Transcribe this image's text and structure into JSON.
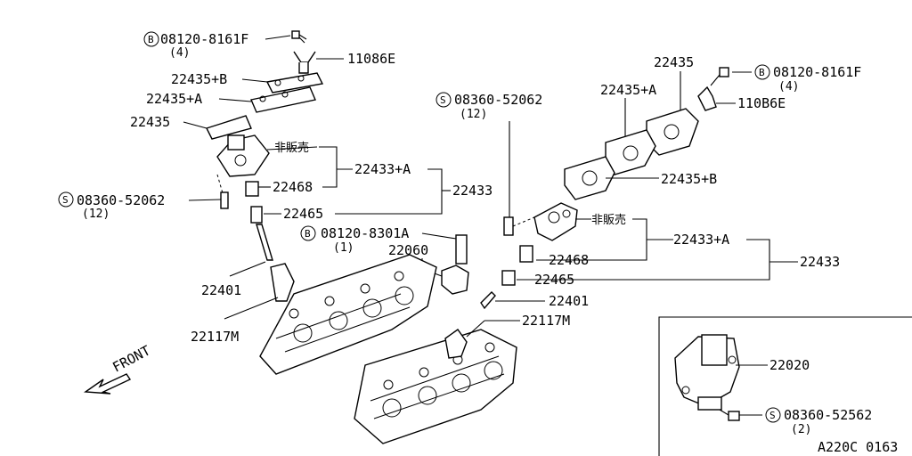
{
  "labels": {
    "bolt_upper_left": {
      "badge": "B",
      "code": "08120-8161F",
      "qty": "(4)"
    },
    "harness_left": "11086E",
    "gasket_b_left": "22435+B",
    "gasket_a_left": "22435+A",
    "gasket_left": "22435",
    "not_sold_left": "非販売",
    "assy_a_left": "22433+A",
    "ref_left": "22468",
    "assy_left": "22433",
    "screw_left": {
      "badge": "S",
      "code": "08360-52062",
      "qty": "(12)"
    },
    "sensor_left": "22465",
    "bolt_mid": {
      "badge": "B",
      "code": "08120-8301A",
      "qty": "(1)"
    },
    "knock_sensor": "22060",
    "plug_left": "22401",
    "cord_left": "22117M",
    "screw_center": {
      "badge": "S",
      "code": "08360-52062",
      "qty": "(12)"
    },
    "gasket_right": "22435",
    "bolt_upper_right": {
      "badge": "B",
      "code": "08120-8161F",
      "qty": "(4)"
    },
    "gasket_a_right": "22435+A",
    "harness_right": "110B6E",
    "gasket_b_right": "22435+B",
    "not_sold_right": "非販売",
    "assy_a_right": "22433+A",
    "assy_right": "22433",
    "ref_right": "22468",
    "sensor_right": "22465",
    "plug_right": "22401",
    "cord_right": "22117M",
    "control_unit": "22020",
    "screw_unit": {
      "badge": "S",
      "code": "08360-52562",
      "qty": "(2)"
    },
    "front": "FRONT",
    "diagram_code": "A220C 0163"
  }
}
